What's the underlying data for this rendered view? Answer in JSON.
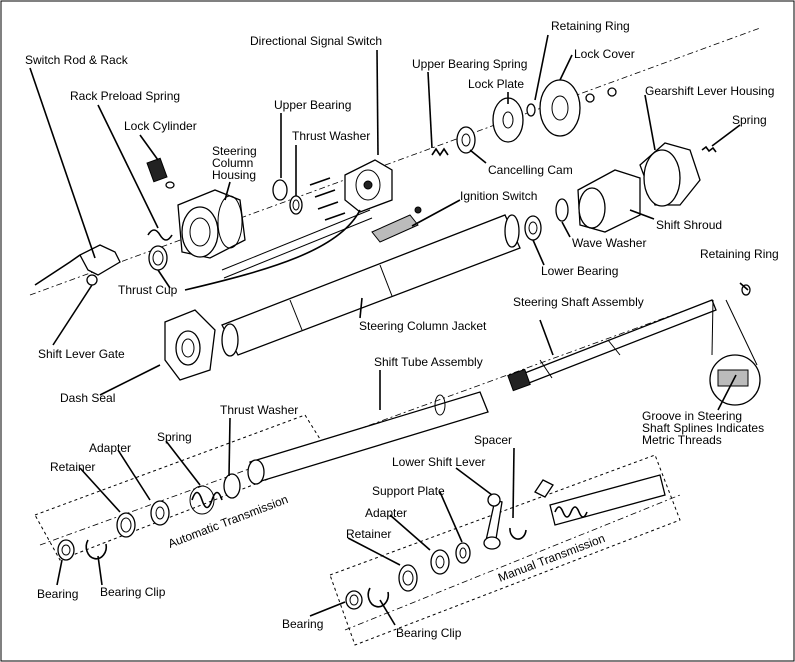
{
  "labels": {
    "switch_rod_rack": "Switch Rod & Rack",
    "rack_preload_spring": "Rack Preload Spring",
    "lock_cylinder": "Lock Cylinder",
    "steering_column_housing_1": "Steering",
    "steering_column_housing_2": "Column",
    "steering_column_housing_3": "Housing",
    "directional_signal_switch": "Directional Signal Switch",
    "upper_bearing": "Upper Bearing",
    "thrust_washer_top": "Thrust Washer",
    "upper_bearing_spring": "Upper Bearing Spring",
    "lock_plate": "Lock Plate",
    "retaining_ring_top": "Retaining Ring",
    "lock_cover": "Lock Cover",
    "gearshift_lever_housing": "Gearshift Lever Housing",
    "spring_top": "Spring",
    "cancelling_cam": "Cancelling Cam",
    "ignition_switch": "Ignition Switch",
    "shift_shroud": "Shift Shroud",
    "wave_washer": "Wave Washer",
    "lower_bearing": "Lower Bearing",
    "retaining_ring_right": "Retaining Ring",
    "thrust_cup": "Thrust Cup",
    "shift_lever_gate": "Shift Lever Gate",
    "steering_column_jacket": "Steering Column Jacket",
    "steering_shaft_assembly": "Steering Shaft Assembly",
    "dash_seal": "Dash Seal",
    "shift_tube_assembly": "Shift Tube Assembly",
    "groove_1": "Groove in Steering",
    "groove_2": "Shaft Splines Indicates",
    "groove_3": "Metric Threads",
    "thrust_washer_lower": "Thrust Washer",
    "adapter_left": "Adapter",
    "spring_left": "Spring",
    "retainer_left": "Retainer",
    "automatic_transmission": "Automatic Transmission",
    "bearing_left": "Bearing",
    "bearing_clip_left": "Bearing Clip",
    "spacer": "Spacer",
    "lower_shift_lever": "Lower Shift Lever",
    "support_plate": "Support Plate",
    "adapter_right": "Adapter",
    "retainer_right": "Retainer",
    "manual_transmission": "Manual Transmission",
    "bearing_right": "Bearing",
    "bearing_clip_right": "Bearing Clip"
  }
}
